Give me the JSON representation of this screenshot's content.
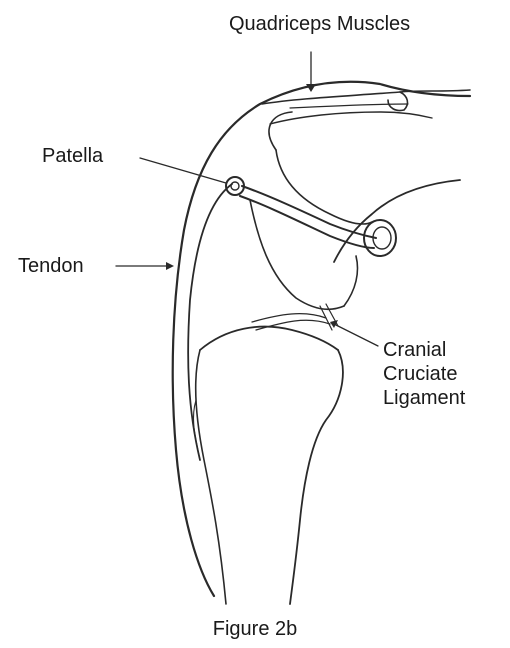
{
  "labels": {
    "quadriceps": "Quadriceps Muscles",
    "patella": "Patella",
    "tendon": "Tendon",
    "ccl_line1": "Cranial",
    "ccl_line2": "Cruciate",
    "ccl_line3": "Ligament"
  },
  "caption": "Figure 2b",
  "colors": {
    "ink": "#2a2a2a",
    "label": "#1a1a1a",
    "background": "#ffffff"
  }
}
